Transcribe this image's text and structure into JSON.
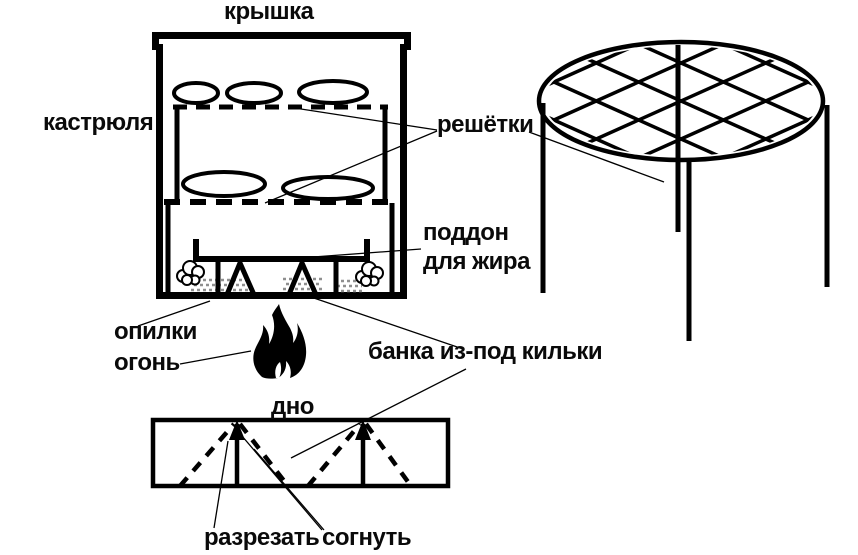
{
  "labels": {
    "lid": "крышка",
    "pot": "кастрюля",
    "grates": "решётки",
    "grease_tray_line1": "поддон",
    "grease_tray_line2": "для жира",
    "sawdust": "опилки",
    "fire": "огонь",
    "sprat_can": "банка из-под кильки",
    "can_bottom": "дно",
    "cut": "разрезать",
    "bend": "согнуть"
  },
  "colors": {
    "ink": "#000000",
    "sawdust_gray": "#8f8f8f",
    "background": "#ffffff"
  }
}
